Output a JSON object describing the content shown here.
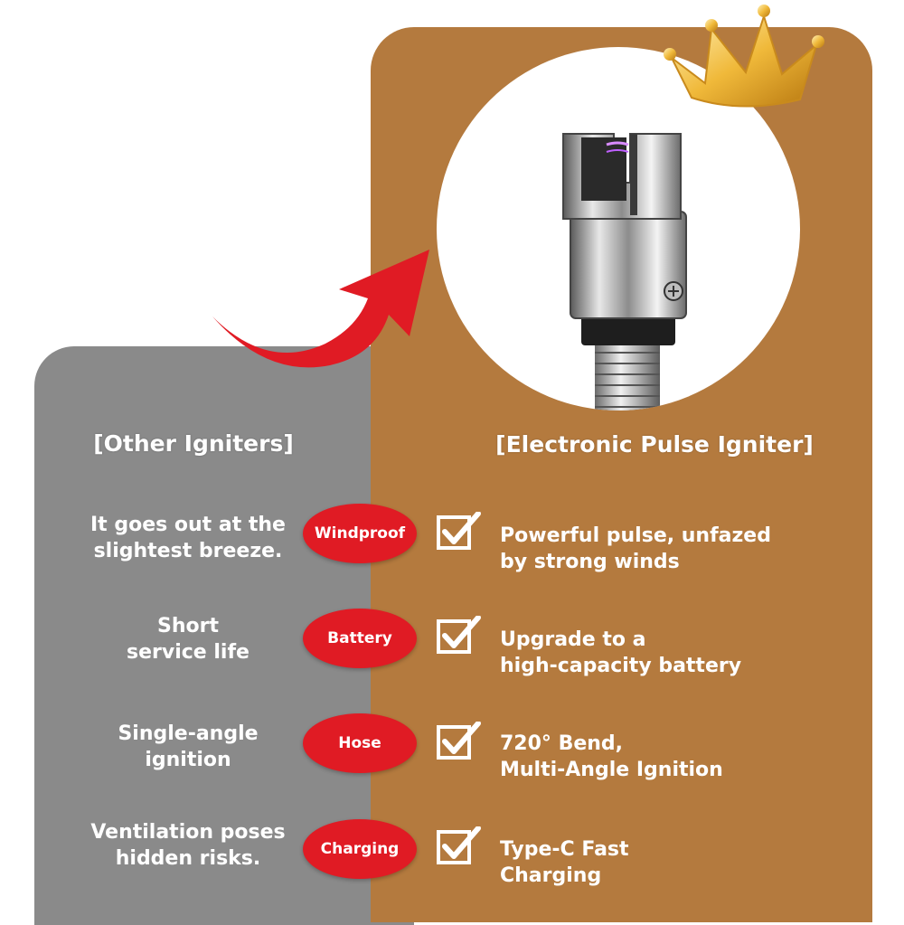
{
  "left_title": "[Other Igniters]",
  "right_title": "[Electronic Pulse Igniter]",
  "colors": {
    "left_panel": "#8a8a8a",
    "right_panel": "#b47a3e",
    "badge": "#e01b24",
    "text": "#ffffff"
  },
  "icons": {
    "crown": "crown-icon",
    "arrow": "curved-arrow-icon",
    "check": "checkbox-checked-icon"
  },
  "rows": [
    {
      "con": [
        "It goes out at the",
        "slightest breeze."
      ],
      "badge": "Windproof",
      "pro": [
        "Powerful pulse, unfazed",
        "by strong winds"
      ]
    },
    {
      "con": [
        "Short",
        "service life"
      ],
      "badge": "Battery",
      "pro": [
        "Upgrade to a",
        "high-capacity battery"
      ]
    },
    {
      "con": [
        "Single-angle",
        "ignition"
      ],
      "badge": "Hose",
      "pro": [
        "720° Bend,",
        "Multi-Angle Ignition"
      ]
    },
    {
      "con": [
        "Ventilation poses",
        "hidden risks."
      ],
      "badge": "Charging",
      "pro": [
        "Type-C Fast",
        "Charging"
      ]
    }
  ]
}
